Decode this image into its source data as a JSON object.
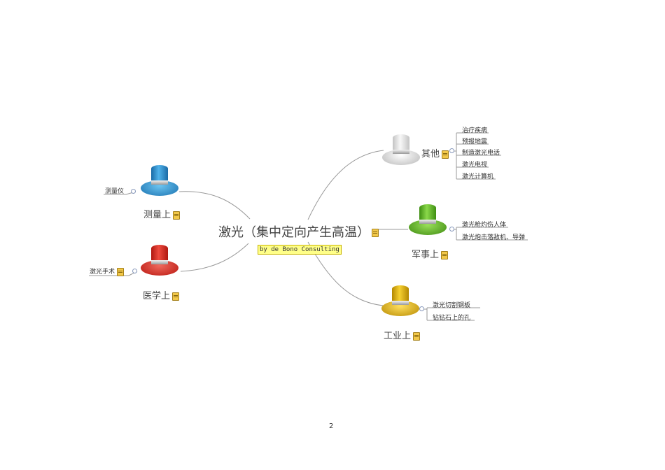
{
  "central": {
    "title": "激光（集中定向产生高温）",
    "tag": "by de Bono Consulting"
  },
  "branches": {
    "measure": {
      "label": "测量上",
      "color": "#2d8fcf",
      "leaves": [
        "测量仪"
      ]
    },
    "medical": {
      "label": "医学上",
      "color": "#d42a22",
      "leaves": [
        "激光手术"
      ]
    },
    "other": {
      "label": "其他",
      "color": "#d8d8d8",
      "leaves": [
        "治疗疾病",
        "预报地震",
        "制造激光电话",
        "激光电视",
        "激光计算机"
      ]
    },
    "military": {
      "label": "军事上",
      "color": "#5cae22",
      "leaves": [
        "激光枪灼伤人体",
        "激光炮击落敌机、导弹"
      ]
    },
    "industry": {
      "label": "工业上",
      "color": "#e0b400",
      "leaves": [
        "激光切割钢板",
        "钻钻石上的孔"
      ]
    }
  },
  "page_number": "2"
}
